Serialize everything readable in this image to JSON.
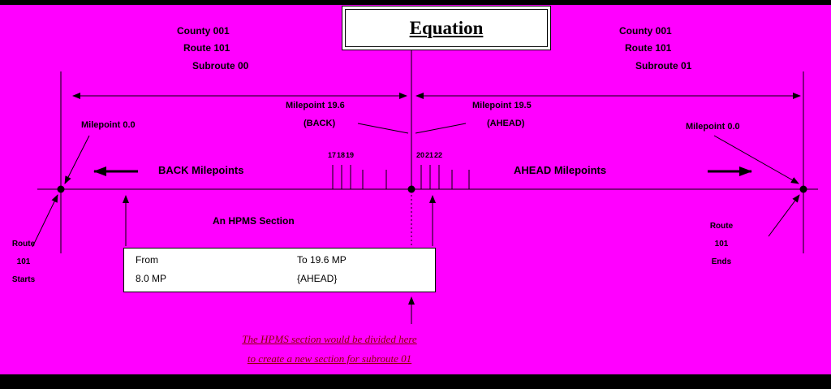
{
  "colors": {
    "background": "#ff00ff",
    "note": "#8b0000",
    "line": "#000000"
  },
  "equation_box": {
    "title": "Equation"
  },
  "left_route": {
    "county": "County 001",
    "route": "Route 101",
    "subroute": "Subroute 00"
  },
  "right_route": {
    "county": "County 001",
    "route": "Route 101",
    "subroute": "Subroute 01"
  },
  "equation_point": {
    "back": {
      "milepoint": "Milepoint 19.6",
      "tag": "(BACK)"
    },
    "ahead": {
      "milepoint": "Milepoint 19.5",
      "tag": "(AHEAD)"
    }
  },
  "left_terminus": {
    "milepoint": "Milepoint 0.0",
    "route": "Route",
    "number": "101",
    "status": "Starts"
  },
  "right_terminus": {
    "milepoint": "Milepoint 0.0",
    "route": "Route",
    "number": "101",
    "status": "Ends"
  },
  "axis": {
    "back_label": "BACK Milepoints",
    "ahead_label": "AHEAD Milepoints"
  },
  "ticks": {
    "left": [
      "17",
      "18",
      "19"
    ],
    "right": [
      "20",
      "21",
      "22"
    ]
  },
  "hpms": {
    "label": "An HPMS Section",
    "from_label": "From",
    "from_value": "8.0 MP",
    "to_label": "To 19.6 MP",
    "to_value": "{AHEAD}"
  },
  "note": {
    "line1": "The HPMS section would be divided here",
    "line2": "to create a new section for subroute 01"
  }
}
